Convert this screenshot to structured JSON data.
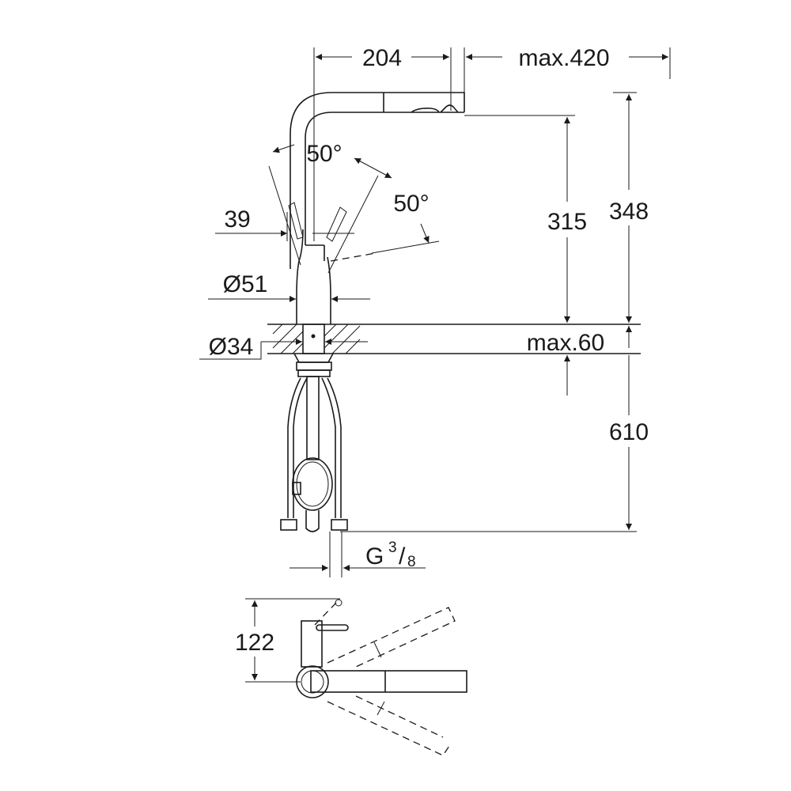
{
  "title": "Faucet technical dimension drawing",
  "dimensions": {
    "spout_reach": "204",
    "pull_out_length": "max.420",
    "swivel_angle_left": "50°",
    "swivel_angle_right": "50°",
    "handle_offset": "39",
    "body_diameter": "Ø51",
    "shank_diameter": "Ø34",
    "outlet_height": "315",
    "total_height": "348",
    "counter_thickness": "max.60",
    "hose_length": "610",
    "connection_thread": "G",
    "connection_num": "3",
    "connection_den": "8",
    "top_view_depth": "122"
  }
}
